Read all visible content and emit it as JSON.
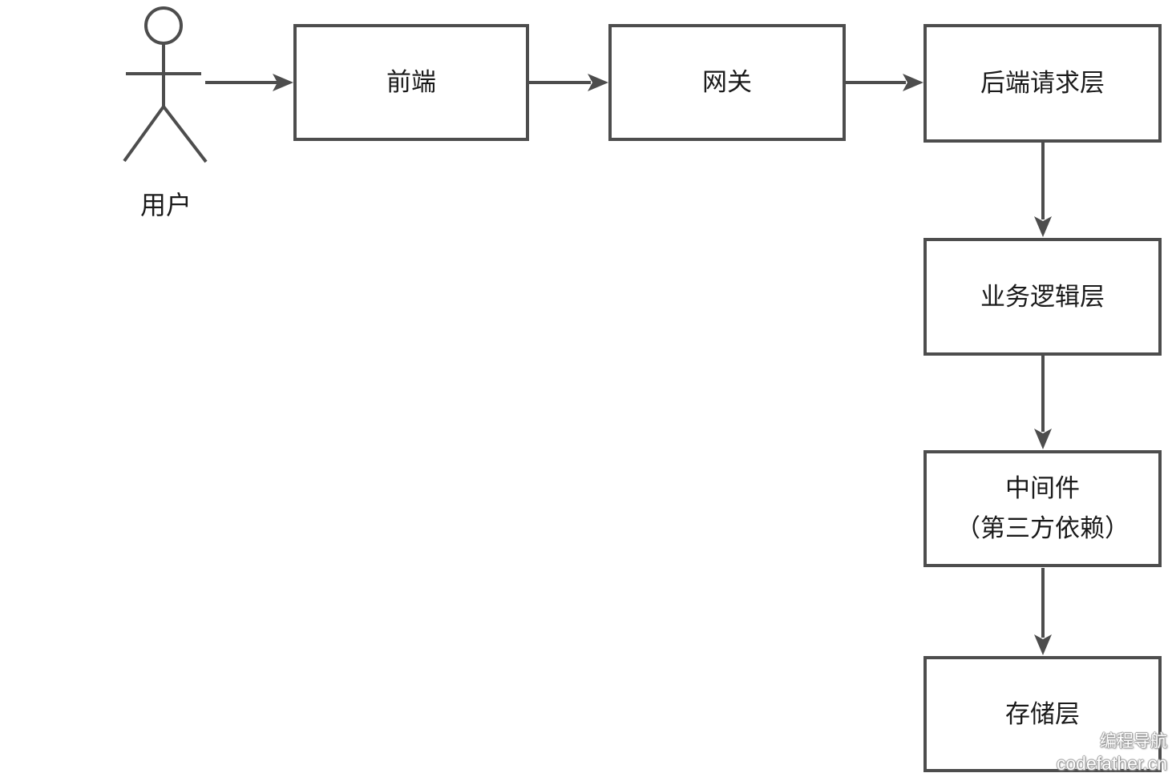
{
  "diagram": {
    "title": "backend-request-flow-diagram",
    "actor": {
      "id": "user",
      "label": "用户"
    },
    "nodes": [
      {
        "id": "frontend",
        "label": "前端"
      },
      {
        "id": "gateway",
        "label": "网关"
      },
      {
        "id": "backend-request-layer",
        "label": "后端请求层"
      },
      {
        "id": "business-logic-layer",
        "label": "业务逻辑层"
      },
      {
        "id": "middleware",
        "label_lines": [
          "中间件",
          "（第三方依赖）"
        ]
      },
      {
        "id": "storage-layer",
        "label": "存储层"
      }
    ],
    "edges": [
      {
        "from": "user",
        "to": "frontend",
        "direction": "right"
      },
      {
        "from": "frontend",
        "to": "gateway",
        "direction": "right"
      },
      {
        "from": "gateway",
        "to": "backend-request-layer",
        "direction": "right"
      },
      {
        "from": "backend-request-layer",
        "to": "business-logic-layer",
        "direction": "down"
      },
      {
        "from": "business-logic-layer",
        "to": "middleware",
        "direction": "down"
      },
      {
        "from": "middleware",
        "to": "storage-layer",
        "direction": "down"
      }
    ],
    "watermark": {
      "line1": "编程导航",
      "line2": "codefather.cn"
    },
    "colors": {
      "stroke": "#4d4d4d",
      "text": "#1a1a1a",
      "background": "#ffffff",
      "watermark_fill": "#ffffff",
      "watermark_outline": "#9b9b9b"
    }
  }
}
